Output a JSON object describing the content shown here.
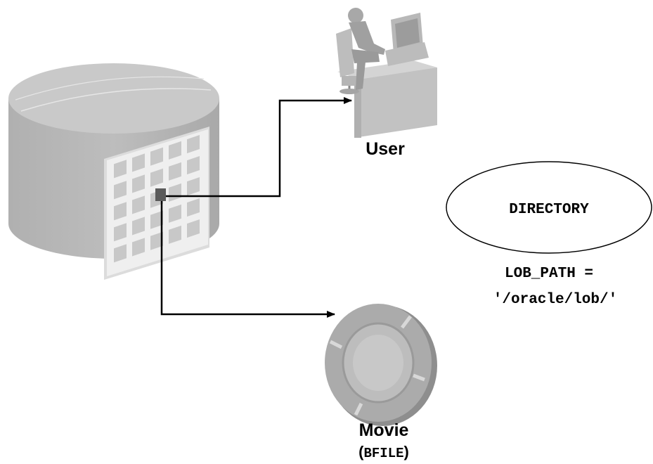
{
  "labels": {
    "user": "User",
    "directory": "DIRECTORY",
    "lob_path_line1": "LOB_PATH =",
    "lob_path_line2": "'/oracle/lob/'",
    "movie": "Movie",
    "bfile_open": "(",
    "bfile": "BFILE",
    "bfile_close": ")"
  },
  "icons": {
    "database": "database-cylinder-icon",
    "table_grid": "table-grid-icon",
    "user": "user-at-computer-icon",
    "movie": "disc-icon"
  },
  "colors": {
    "cylinder_top": "#c8c8c8",
    "cylinder_body": "#b8b8b8",
    "grid_cell": "#c8c8c8",
    "grid_highlight": "#555555",
    "disc_outer": "#a8a8a8",
    "disc_inner": "#c6c6c6",
    "line": "#000000"
  }
}
